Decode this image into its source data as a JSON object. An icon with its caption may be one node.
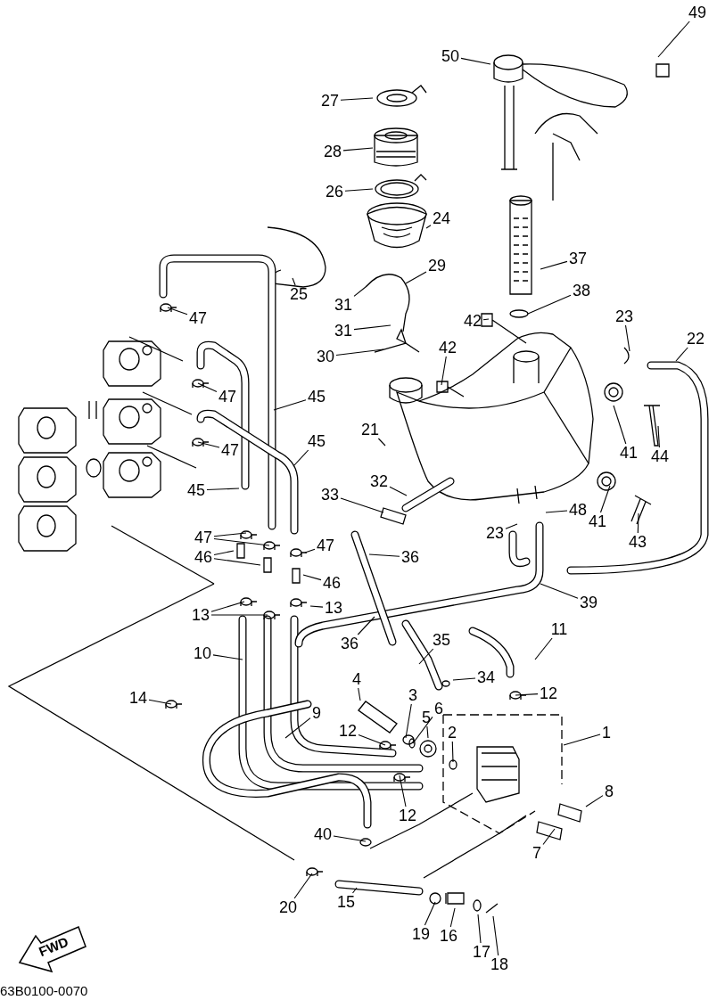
{
  "diagram": {
    "nodes": [
      {
        "text": [
          "49"
        ]
      },
      {
        "text": [
          "50"
        ]
      },
      {
        "text": [
          "27"
        ]
      },
      {
        "text": [
          "28"
        ]
      },
      {
        "text": [
          "26"
        ]
      },
      {
        "text": [
          "24"
        ]
      },
      {
        "text": [
          "29"
        ]
      },
      {
        "text": [
          "37"
        ]
      },
      {
        "text": [
          "25"
        ]
      },
      {
        "text": [
          "31"
        ]
      },
      {
        "text": [
          "31"
        ]
      },
      {
        "text": [
          "38"
        ]
      },
      {
        "text": [
          "42"
        ]
      },
      {
        "text": [
          "23"
        ]
      },
      {
        "text": [
          "22"
        ]
      },
      {
        "text": [
          "47"
        ]
      },
      {
        "text": [
          "30"
        ]
      },
      {
        "text": [
          "42"
        ]
      },
      {
        "text": [
          "45"
        ]
      },
      {
        "text": [
          "47"
        ]
      },
      {
        "text": [
          "41"
        ]
      },
      {
        "text": [
          "44"
        ]
      },
      {
        "text": [
          "21"
        ]
      },
      {
        "text": [
          "45"
        ]
      },
      {
        "text": [
          "47"
        ]
      },
      {
        "text": [
          "45"
        ]
      },
      {
        "text": [
          "33"
        ]
      },
      {
        "text": [
          "32"
        ]
      },
      {
        "text": [
          "48"
        ]
      },
      {
        "text": [
          "41"
        ]
      },
      {
        "text": [
          "43"
        ]
      },
      {
        "text": [
          "23"
        ]
      },
      {
        "text": [
          "47"
        ]
      },
      {
        "text": [
          "47"
        ]
      },
      {
        "text": [
          "36"
        ]
      },
      {
        "text": [
          "46"
        ]
      },
      {
        "text": [
          "46"
        ]
      },
      {
        "text": [
          "39"
        ]
      },
      {
        "text": [
          "13"
        ]
      },
      {
        "text": [
          "13"
        ]
      },
      {
        "text": [
          "36"
        ]
      },
      {
        "text": [
          "35"
        ]
      },
      {
        "text": [
          "11"
        ]
      },
      {
        "text": [
          "10"
        ]
      },
      {
        "text": [
          "34"
        ]
      },
      {
        "text": [
          "12"
        ]
      },
      {
        "text": [
          "4"
        ]
      },
      {
        "text": [
          "3"
        ]
      },
      {
        "text": [
          "6"
        ]
      },
      {
        "text": [
          "5"
        ]
      },
      {
        "text": [
          "2"
        ]
      },
      {
        "text": [
          "1"
        ]
      },
      {
        "text": [
          "14"
        ]
      },
      {
        "text": [
          "9"
        ]
      },
      {
        "text": [
          "12"
        ]
      },
      {
        "text": [
          "12"
        ]
      },
      {
        "text": [
          "8"
        ]
      },
      {
        "text": [
          "40"
        ]
      },
      {
        "text": [
          "7"
        ]
      },
      {
        "text": [
          "20"
        ]
      },
      {
        "text": [
          "15"
        ]
      },
      {
        "text": [
          "19"
        ]
      },
      {
        "text": [
          "16"
        ]
      },
      {
        "text": [
          "17"
        ]
      },
      {
        "text": [
          "18"
        ]
      }
    ],
    "edges": [
      {
        "from": 0,
        "to": null,
        "arrow": "none"
      },
      {
        "from": 1,
        "to": null,
        "arrow": "none"
      },
      {
        "from": 2,
        "to": null,
        "arrow": "none"
      },
      {
        "from": 3,
        "to": null,
        "arrow": "none"
      },
      {
        "from": 4,
        "to": null,
        "arrow": "none"
      },
      {
        "from": 5,
        "to": null,
        "arrow": "none"
      },
      {
        "from": 6,
        "to": null,
        "arrow": "none"
      },
      {
        "from": 7,
        "to": null,
        "arrow": "none"
      },
      {
        "from": 8,
        "to": null,
        "arrow": "none"
      },
      {
        "from": 9,
        "to": null,
        "arrow": "none"
      },
      {
        "from": 10,
        "to": null,
        "arrow": "none"
      },
      {
        "from": 11,
        "to": null,
        "arrow": "none"
      },
      {
        "from": 12,
        "to": null,
        "arrow": "none"
      },
      {
        "from": 13,
        "to": null,
        "arrow": "none"
      },
      {
        "from": 14,
        "to": null,
        "arrow": "none"
      },
      {
        "from": 15,
        "to": null,
        "arrow": "none"
      },
      {
        "from": 16,
        "to": null,
        "arrow": "none"
      },
      {
        "from": 17,
        "to": null,
        "arrow": "none"
      },
      {
        "from": 18,
        "to": null,
        "arrow": "none"
      },
      {
        "from": 19,
        "to": null,
        "arrow": "none"
      },
      {
        "from": 20,
        "to": null,
        "arrow": "none"
      },
      {
        "from": 21,
        "to": null,
        "arrow": "none"
      },
      {
        "from": 22,
        "to": null,
        "arrow": "none"
      },
      {
        "from": 23,
        "to": null,
        "arrow": "none"
      },
      {
        "from": 24,
        "to": null,
        "arrow": "none"
      },
      {
        "from": 25,
        "to": null,
        "arrow": "none"
      },
      {
        "from": 26,
        "to": null,
        "arrow": "none"
      },
      {
        "from": 27,
        "to": null,
        "arrow": "none"
      },
      {
        "from": 28,
        "to": null,
        "arrow": "none"
      },
      {
        "from": 29,
        "to": null,
        "arrow": "none"
      },
      {
        "from": 30,
        "to": null,
        "arrow": "none"
      },
      {
        "from": 31,
        "to": null,
        "arrow": "none"
      },
      {
        "from": 32,
        "to": null,
        "arrow": "none"
      },
      {
        "from": 32,
        "to": null,
        "arrow": "none"
      },
      {
        "from": 33,
        "to": null,
        "arrow": "none"
      },
      {
        "from": 34,
        "to": null,
        "arrow": "none"
      },
      {
        "from": 35,
        "to": null,
        "arrow": "none"
      },
      {
        "from": 35,
        "to": null,
        "arrow": "none"
      },
      {
        "from": 36,
        "to": null,
        "arrow": "none"
      },
      {
        "from": 37,
        "to": null,
        "arrow": "none"
      },
      {
        "from": 38,
        "to": null,
        "arrow": "none"
      },
      {
        "from": 38,
        "to": null,
        "arrow": "none"
      },
      {
        "from": 39,
        "to": null,
        "arrow": "none"
      },
      {
        "from": 40,
        "to": null,
        "arrow": "none"
      },
      {
        "from": 41,
        "to": null,
        "arrow": "none"
      },
      {
        "from": 42,
        "to": null,
        "arrow": "none"
      },
      {
        "from": 43,
        "to": null,
        "arrow": "none"
      },
      {
        "from": 44,
        "to": null,
        "arrow": "none"
      },
      {
        "from": 45,
        "to": null,
        "arrow": "none"
      },
      {
        "from": 46,
        "to": null,
        "arrow": "none"
      },
      {
        "from": 47,
        "to": null,
        "arrow": "none"
      },
      {
        "from": 48,
        "to": null,
        "arrow": "none"
      },
      {
        "from": 49,
        "to": null,
        "arrow": "none"
      },
      {
        "from": 50,
        "to": null,
        "arrow": "none"
      },
      {
        "from": 51,
        "to": null,
        "arrow": "none"
      },
      {
        "from": 52,
        "to": null,
        "arrow": "none"
      },
      {
        "from": 53,
        "to": null,
        "arrow": "none"
      },
      {
        "from": 54,
        "to": null,
        "arrow": "none"
      },
      {
        "from": 55,
        "to": null,
        "arrow": "none"
      },
      {
        "from": 56,
        "to": null,
        "arrow": "none"
      },
      {
        "from": 57,
        "to": null,
        "arrow": "none"
      },
      {
        "from": 58,
        "to": null,
        "arrow": "none"
      },
      {
        "from": 59,
        "to": null,
        "arrow": "none"
      },
      {
        "from": 60,
        "to": null,
        "arrow": "none"
      },
      {
        "from": 61,
        "to": null,
        "arrow": "none"
      },
      {
        "from": 62,
        "to": null,
        "arrow": "none"
      },
      {
        "from": 63,
        "to": null,
        "arrow": "none"
      },
      {
        "from": 64,
        "to": null,
        "arrow": "none"
      }
    ],
    "labels": [
      "FWD",
      "63B0100-0070"
    ]
  }
}
